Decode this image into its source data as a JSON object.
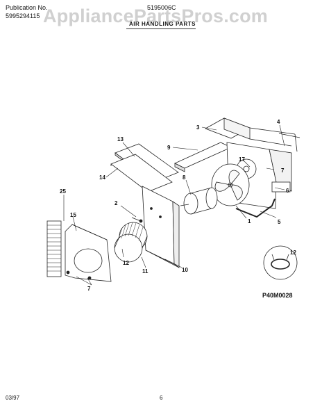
{
  "header": {
    "publication_label": "Publication No.",
    "publication_number": "5995294115",
    "model_number": "5195006C",
    "section_title": "AIR HANDLING PARTS"
  },
  "watermark": "AppliancePartsPros.com",
  "callouts": {
    "c1": "1",
    "c2": "2",
    "c3": "3",
    "c4": "4",
    "c5": "5",
    "c6": "6",
    "c7a": "7",
    "c7b": "7",
    "c8": "8",
    "c9": "9",
    "c10": "10",
    "c11": "11",
    "c12a": "12",
    "c12b": "12",
    "c13": "13",
    "c14": "14",
    "c15": "15",
    "c17": "17",
    "c25": "25"
  },
  "drawing_code": "P40M0028",
  "footer": {
    "date": "03/97",
    "page": "6"
  }
}
